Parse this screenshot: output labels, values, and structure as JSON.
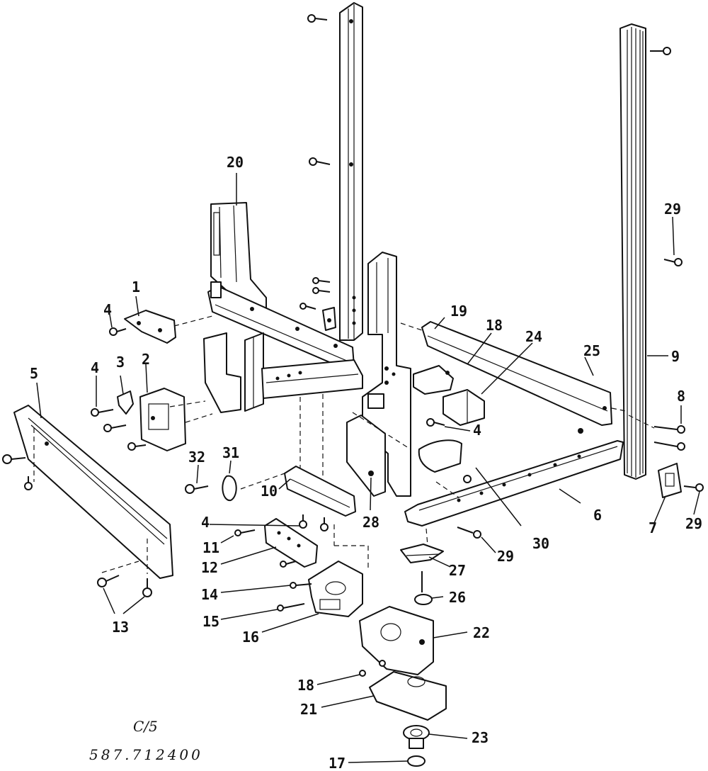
{
  "labels": [
    {
      "id": "1",
      "text": "1"
    },
    {
      "id": "2",
      "text": "2"
    },
    {
      "id": "3",
      "text": "3"
    },
    {
      "id": "4a",
      "text": "4"
    },
    {
      "id": "4b",
      "text": "4"
    },
    {
      "id": "4c",
      "text": "4"
    },
    {
      "id": "4d",
      "text": "4"
    },
    {
      "id": "5",
      "text": "5"
    },
    {
      "id": "6",
      "text": "6"
    },
    {
      "id": "7",
      "text": "7"
    },
    {
      "id": "8",
      "text": "8"
    },
    {
      "id": "9",
      "text": "9"
    },
    {
      "id": "10",
      "text": "10"
    },
    {
      "id": "11",
      "text": "11"
    },
    {
      "id": "12",
      "text": "12"
    },
    {
      "id": "13",
      "text": "13"
    },
    {
      "id": "14",
      "text": "14"
    },
    {
      "id": "15",
      "text": "15"
    },
    {
      "id": "16",
      "text": "16"
    },
    {
      "id": "17",
      "text": "17"
    },
    {
      "id": "18a",
      "text": "18"
    },
    {
      "id": "18b",
      "text": "18"
    },
    {
      "id": "19",
      "text": "19"
    },
    {
      "id": "20",
      "text": "20"
    },
    {
      "id": "21",
      "text": "21"
    },
    {
      "id": "22",
      "text": "22"
    },
    {
      "id": "23",
      "text": "23"
    },
    {
      "id": "24",
      "text": "24"
    },
    {
      "id": "25",
      "text": "25"
    },
    {
      "id": "26",
      "text": "26"
    },
    {
      "id": "27",
      "text": "27"
    },
    {
      "id": "28",
      "text": "28"
    },
    {
      "id": "29a",
      "text": "29"
    },
    {
      "id": "29b",
      "text": "29"
    },
    {
      "id": "29c",
      "text": "29"
    },
    {
      "id": "30",
      "text": "30"
    },
    {
      "id": "31",
      "text": "31"
    },
    {
      "id": "32",
      "text": "32"
    }
  ],
  "footer": {
    "code": "C/5",
    "model": "587.712400"
  }
}
